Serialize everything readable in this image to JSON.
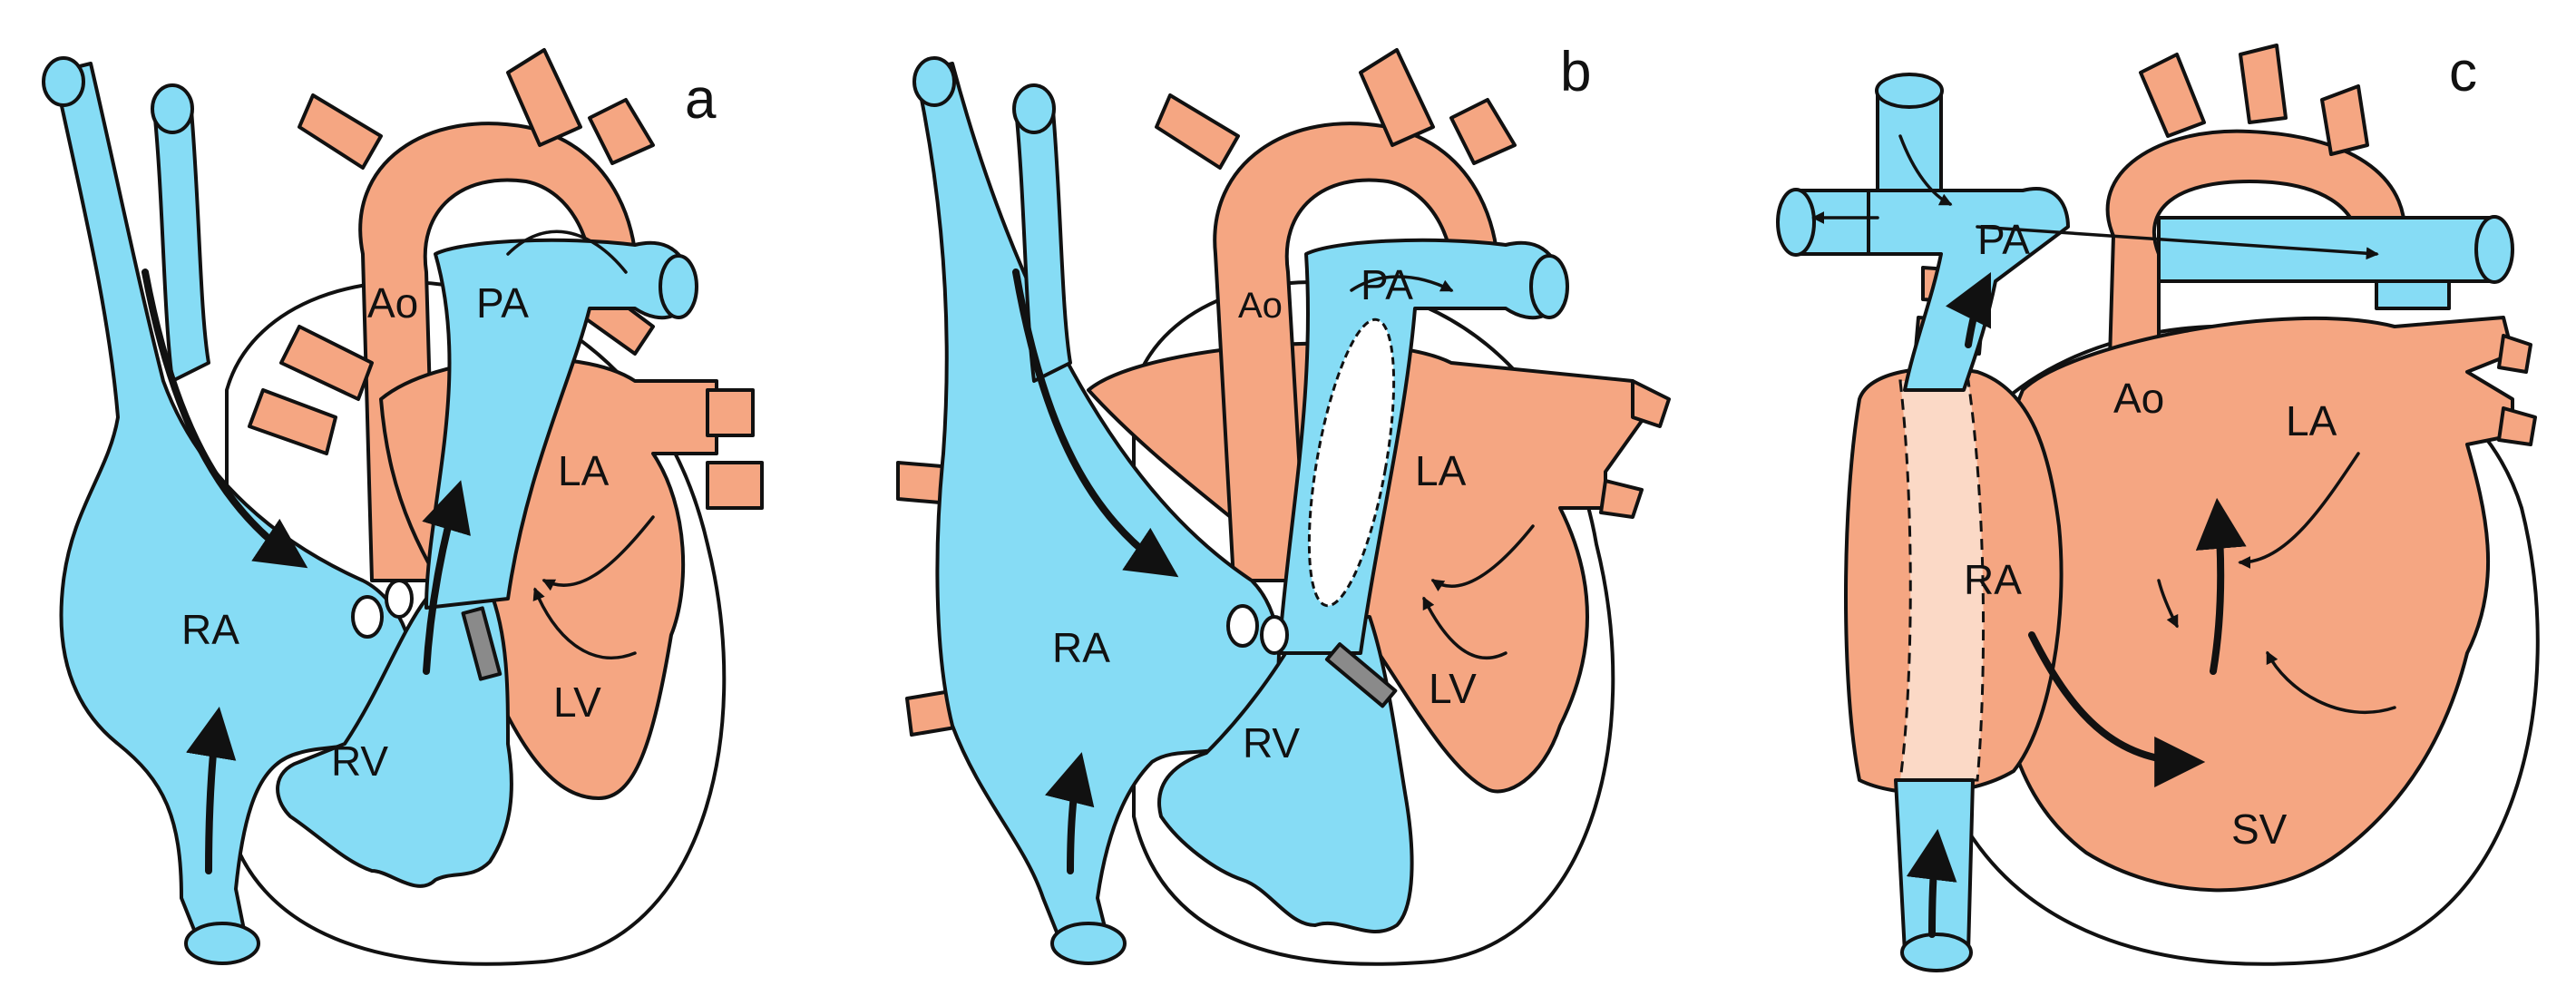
{
  "colors": {
    "blue": "#86dcf5",
    "salmon": "#f5a682",
    "pale": "#fbd9c6",
    "outline": "#111111",
    "background": "#ffffff"
  },
  "panels": [
    {
      "letter": "a",
      "labels": {
        "ao": "Ao",
        "pa": "PA",
        "la": "LA",
        "ra": "RA",
        "rv": "RV",
        "lv": "LV"
      }
    },
    {
      "letter": "b",
      "labels": {
        "ao": "Ao",
        "pa": "PA",
        "la": "LA",
        "ra": "RA",
        "rv": "RV",
        "lv": "LV"
      }
    },
    {
      "letter": "c",
      "labels": {
        "pa": "PA",
        "ao": "Ao",
        "la": "LA",
        "ra": "RA",
        "sv": "SV"
      }
    }
  ]
}
